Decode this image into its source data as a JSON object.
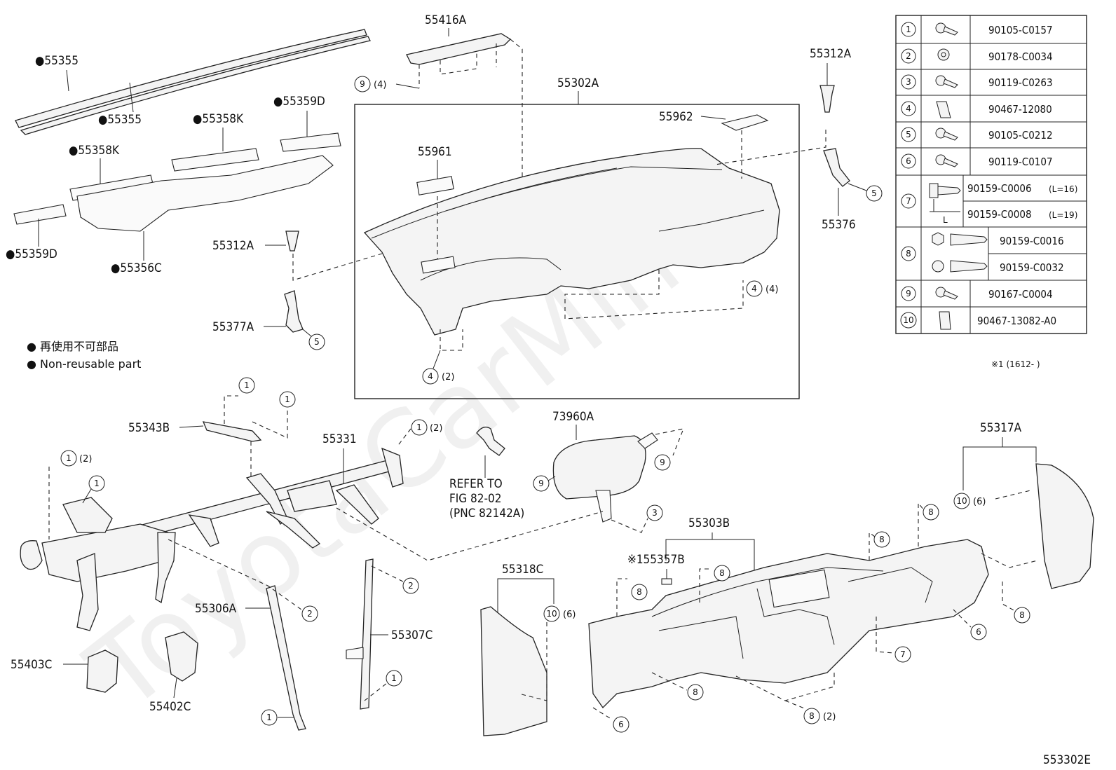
{
  "watermark": "ToyotaCarMine",
  "legend": {
    "jp": "● 再使用不可部品",
    "en": "● Non-reusable part"
  },
  "note_mark": "※1 (1612-      )",
  "figure_code": "553302E",
  "refer": {
    "line1": "REFER TO",
    "line2": "FIG 82-02",
    "line3": "(PNC 82142A)"
  },
  "labels": {
    "p55355a": "●55355",
    "p55355b": "●55355",
    "p55358k_a": "●55358K",
    "p55358k_b": "●55358K",
    "p55359d_a": "●55359D",
    "p55359d_b": "●55359D",
    "p55356c": "●55356C",
    "p55416a": "55416A",
    "p55302a": "55302A",
    "p55962": "55962",
    "p55961": "55961",
    "p55312a_a": "55312A",
    "p55312a_b": "55312A",
    "p55376": "55376",
    "p55377a": "55377A",
    "p55343b": "55343B",
    "p55331": "55331",
    "p73960a": "73960A",
    "p55317a": "55317A",
    "p55303b": "55303B",
    "p55357b": "※155357B",
    "p55318c": "55318C",
    "p55306a": "55306A",
    "p55307c": "55307C",
    "p55403c": "55403C",
    "p55402c": "55402C"
  },
  "fastener_table": [
    {
      "no": "1",
      "part": "90105-C0157"
    },
    {
      "no": "2",
      "part": "90178-C0034"
    },
    {
      "no": "3",
      "part": "90119-C0263"
    },
    {
      "no": "4",
      "part": "90467-12080"
    },
    {
      "no": "5",
      "part": "90105-C0212"
    },
    {
      "no": "6",
      "part": "90119-C0107"
    },
    {
      "no": "7",
      "part": "90159-C0006",
      "part_b": "90159-C0008",
      "len_a": "(L=16)",
      "len_b": "(L=19)",
      "dim": "L"
    },
    {
      "no": "8",
      "part": "90159-C0016",
      "part_b": "90159-C0032"
    },
    {
      "no": "9",
      "part": "90167-C0004"
    },
    {
      "no": "10",
      "part": "90467-13082-A0"
    }
  ],
  "callouts": {
    "c9_top": "9",
    "q9_top": "(4)",
    "c5_right": "5",
    "c5_left": "5",
    "c4_right": "4",
    "q4_right": "(4)",
    "c4_bottom": "4",
    "q4_bottom": "(2)",
    "c1_a": "1",
    "c1_b": "1",
    "c1_c": "1",
    "q1_c": "(2)",
    "c1_d": "1",
    "q1_d": "(2)",
    "c1_e": "1",
    "c9_bag_r": "9",
    "c9_bag_l": "9",
    "c3": "3",
    "c10_right": "10",
    "q10_right": "(6)",
    "c8_a": "8",
    "c8_b": "8",
    "c8_c": "8",
    "c8_d": "8",
    "c8_e": "8",
    "c8_f": "8",
    "c8_g": "8",
    "q8_g": "(2)",
    "c6_right": "6",
    "c6_bottom": "6",
    "c7": "7",
    "c10_mid": "10",
    "q10_mid": "(6)",
    "c2_a": "2",
    "c2_b": "2",
    "c1_f": "1",
    "c1_g": "1"
  }
}
